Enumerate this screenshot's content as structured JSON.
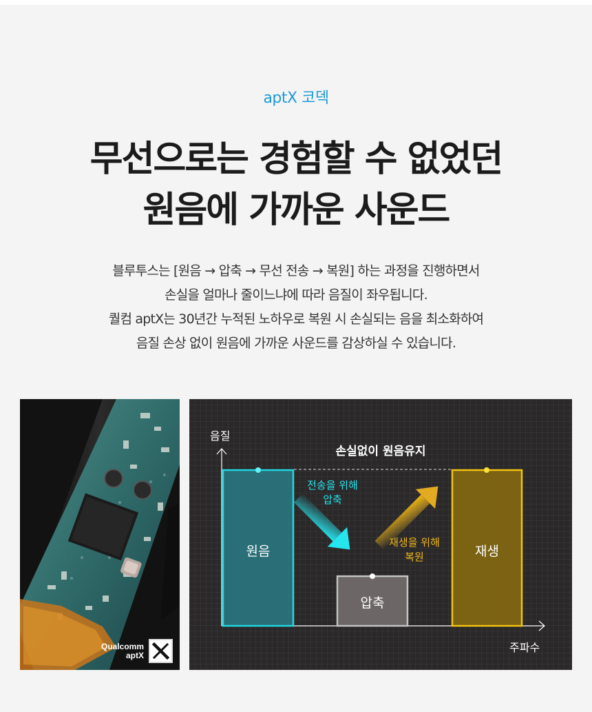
{
  "header": {
    "eyebrow": "aptX 코덱",
    "headline_line1": "무선으로는 경험할 수 없었던",
    "headline_line2": "원음에 가까운 사운드"
  },
  "description": [
    "블루투스는 [원음 → 압축 → 무선 전송 → 복원] 하는 과정을 진행하면서",
    "손실을 얼마나 줄이느냐에 따라 음질이 좌우됩니다.",
    "퀄컴 aptX는 30년간 누적된 노하우로 복원 시 손실되는 음을 최소화하여",
    "음질 손상 없이 원음에 가까운 사운드를 감상하실 수 있습니다."
  ],
  "photo": {
    "brand_line1": "Qualcomm",
    "brand_line2": "aptX",
    "badge_icon": "aptx-x-icon"
  },
  "diagram": {
    "y_axis_label": "음질",
    "x_axis_label": "주파수",
    "top_label": "손실없이 원음유지",
    "bars": [
      {
        "label": "원음",
        "color": "#22d7e3"
      },
      {
        "label": "압축",
        "color": "#c4c4c4"
      },
      {
        "label": "재생",
        "color": "#f3c313"
      }
    ],
    "annotation_compress": [
      "전송을 위해",
      "압축"
    ],
    "annotation_restore": [
      "재생을 위해",
      "복원"
    ],
    "colors": {
      "cyan": "#25e6ee",
      "yellow": "#f2b817",
      "background": "#2a2829"
    }
  }
}
